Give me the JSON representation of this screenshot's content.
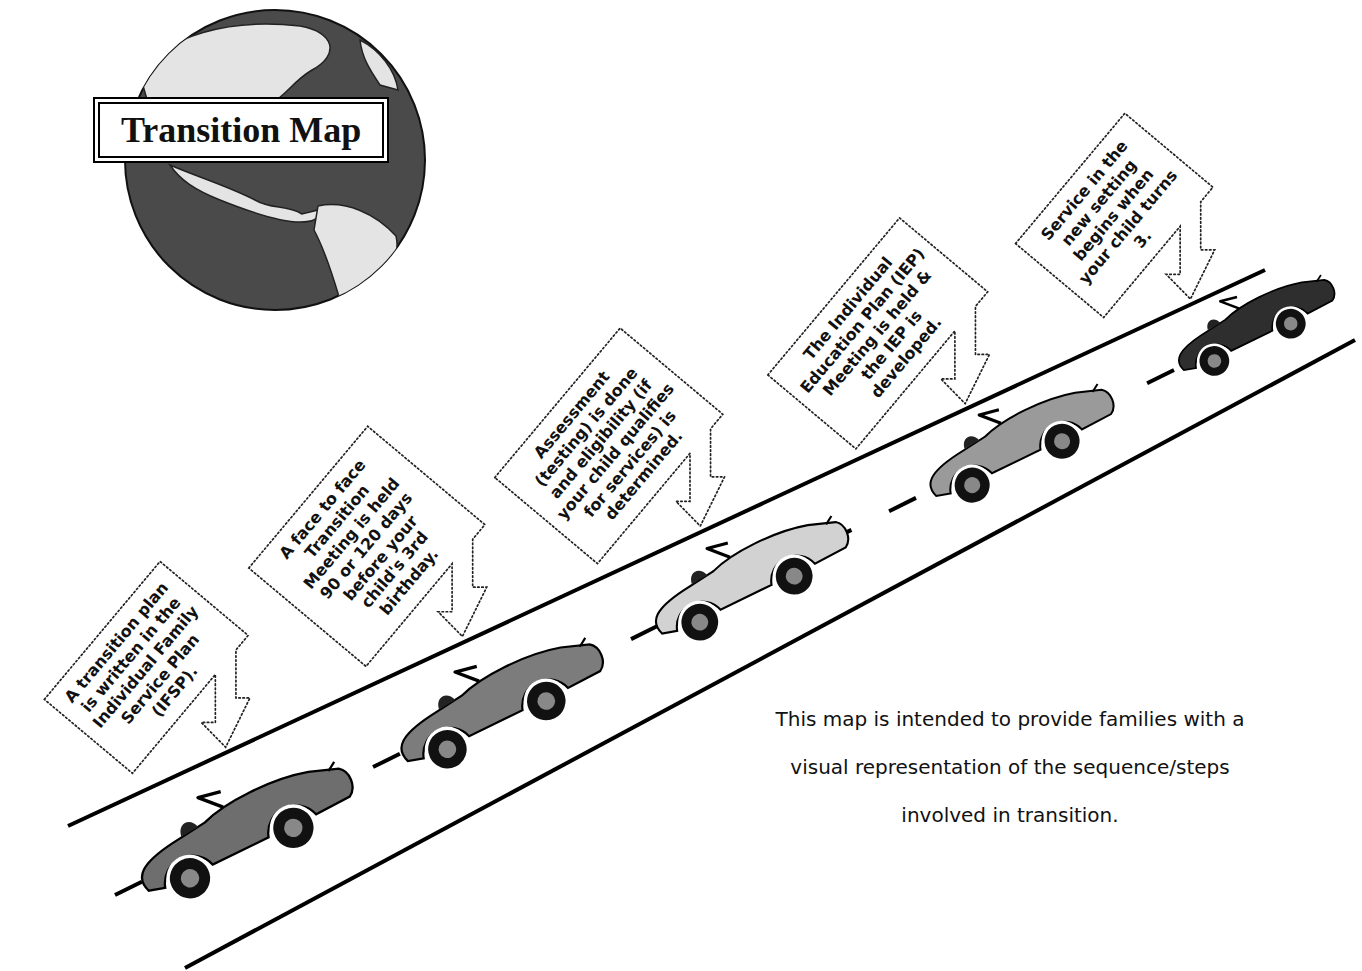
{
  "diagram": {
    "title": "Transition Map",
    "caption": "This map is intended to provide families with a visual representation of the sequence/steps involved in transition.",
    "nodes": [
      {
        "text": [
          "A transition plan is written in the Individual Family Service Plan (IFSP)."
        ]
      },
      {
        "text": [
          "A face to face Transition Meeting is held 90 or 120 days before your child's 3rd birthday."
        ]
      },
      {
        "text": [
          "Assessment (testing) is done and eligibility (if your child qualifies for services) is determined."
        ]
      },
      {
        "text": [
          "The Individual Education Plan (IEP) Meeting is held & the IEP is developed."
        ]
      },
      {
        "text": [
          "Service in the new setting begins when your child turns 3."
        ]
      }
    ]
  }
}
